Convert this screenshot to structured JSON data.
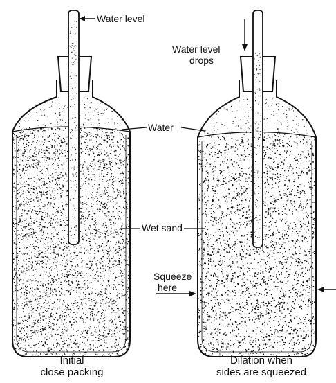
{
  "diagram": {
    "labels": {
      "water_level": "Water level",
      "water_level_drops_1": "Water level",
      "water_level_drops_2": "drops",
      "water": "Water",
      "wet_sand": "Wet sand",
      "squeeze_1": "Squeeze",
      "squeeze_2": "here"
    },
    "captions": {
      "left_1": "Initial",
      "left_2": "close packing",
      "right_1": "Dilation when",
      "right_2": "sides are squeezed"
    },
    "colors": {
      "ink": "#111111",
      "paper": "#ffffff"
    }
  }
}
